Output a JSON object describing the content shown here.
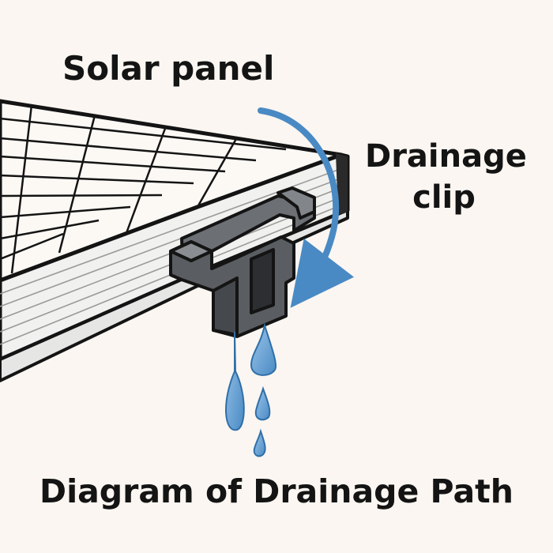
{
  "labels": {
    "solar_panel": "Solar panel",
    "clip_line1": "Drainage",
    "clip_line2": "clip"
  },
  "title": "Diagram of Drainage Path",
  "colors": {
    "background": "#fbf6f1",
    "outline": "#141414",
    "panel_edge": "#f1f1ef",
    "clip_body": "#5a5d61",
    "clip_light": "#82868b",
    "water": "#5c9bd0",
    "arrow": "#4a8ac4"
  },
  "icons": [
    "curved-arrow-icon",
    "water-drop-icon"
  ]
}
